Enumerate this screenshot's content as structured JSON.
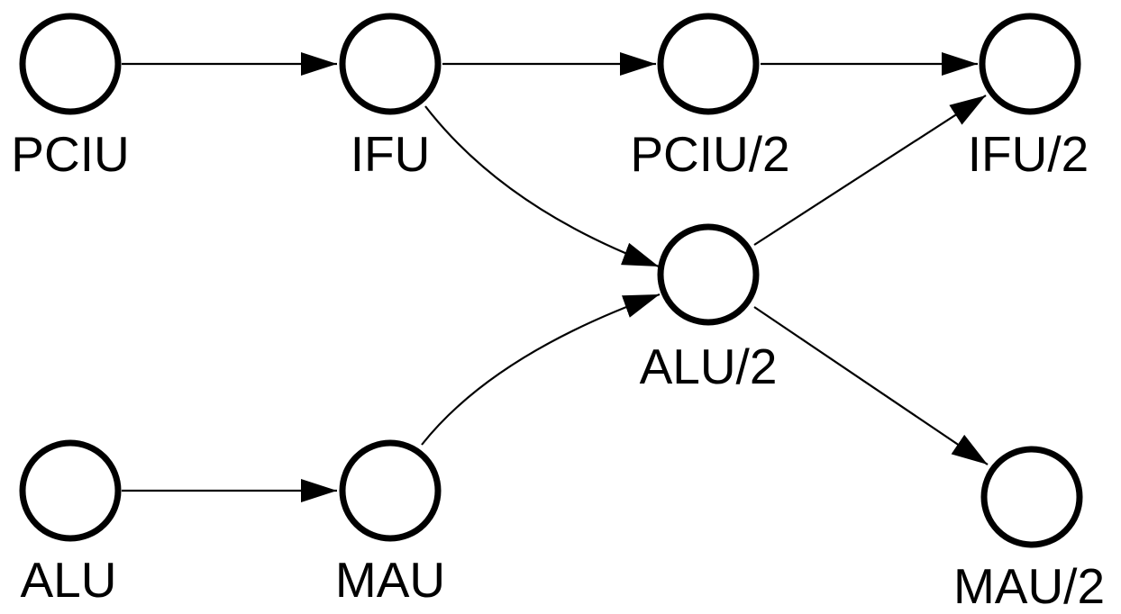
{
  "diagram": {
    "type": "directed-graph",
    "line_color": "#000000",
    "background": "#ffffff",
    "nodes": [
      {
        "id": "pciu",
        "label": "PCIU"
      },
      {
        "id": "ifu",
        "label": "IFU"
      },
      {
        "id": "pciu2",
        "label": "PCIU/2"
      },
      {
        "id": "ifu2",
        "label": "IFU/2"
      },
      {
        "id": "alu2",
        "label": "ALU/2"
      },
      {
        "id": "alu",
        "label": "ALU"
      },
      {
        "id": "mau",
        "label": "MAU"
      },
      {
        "id": "mau2",
        "label": "MAU/2"
      }
    ],
    "edges": [
      {
        "from": "pciu",
        "to": "ifu"
      },
      {
        "from": "ifu",
        "to": "pciu2"
      },
      {
        "from": "pciu2",
        "to": "ifu2"
      },
      {
        "from": "ifu",
        "to": "alu2"
      },
      {
        "from": "alu2",
        "to": "ifu2"
      },
      {
        "from": "alu2",
        "to": "mau2"
      },
      {
        "from": "alu",
        "to": "mau"
      },
      {
        "from": "mau",
        "to": "alu2"
      }
    ]
  }
}
